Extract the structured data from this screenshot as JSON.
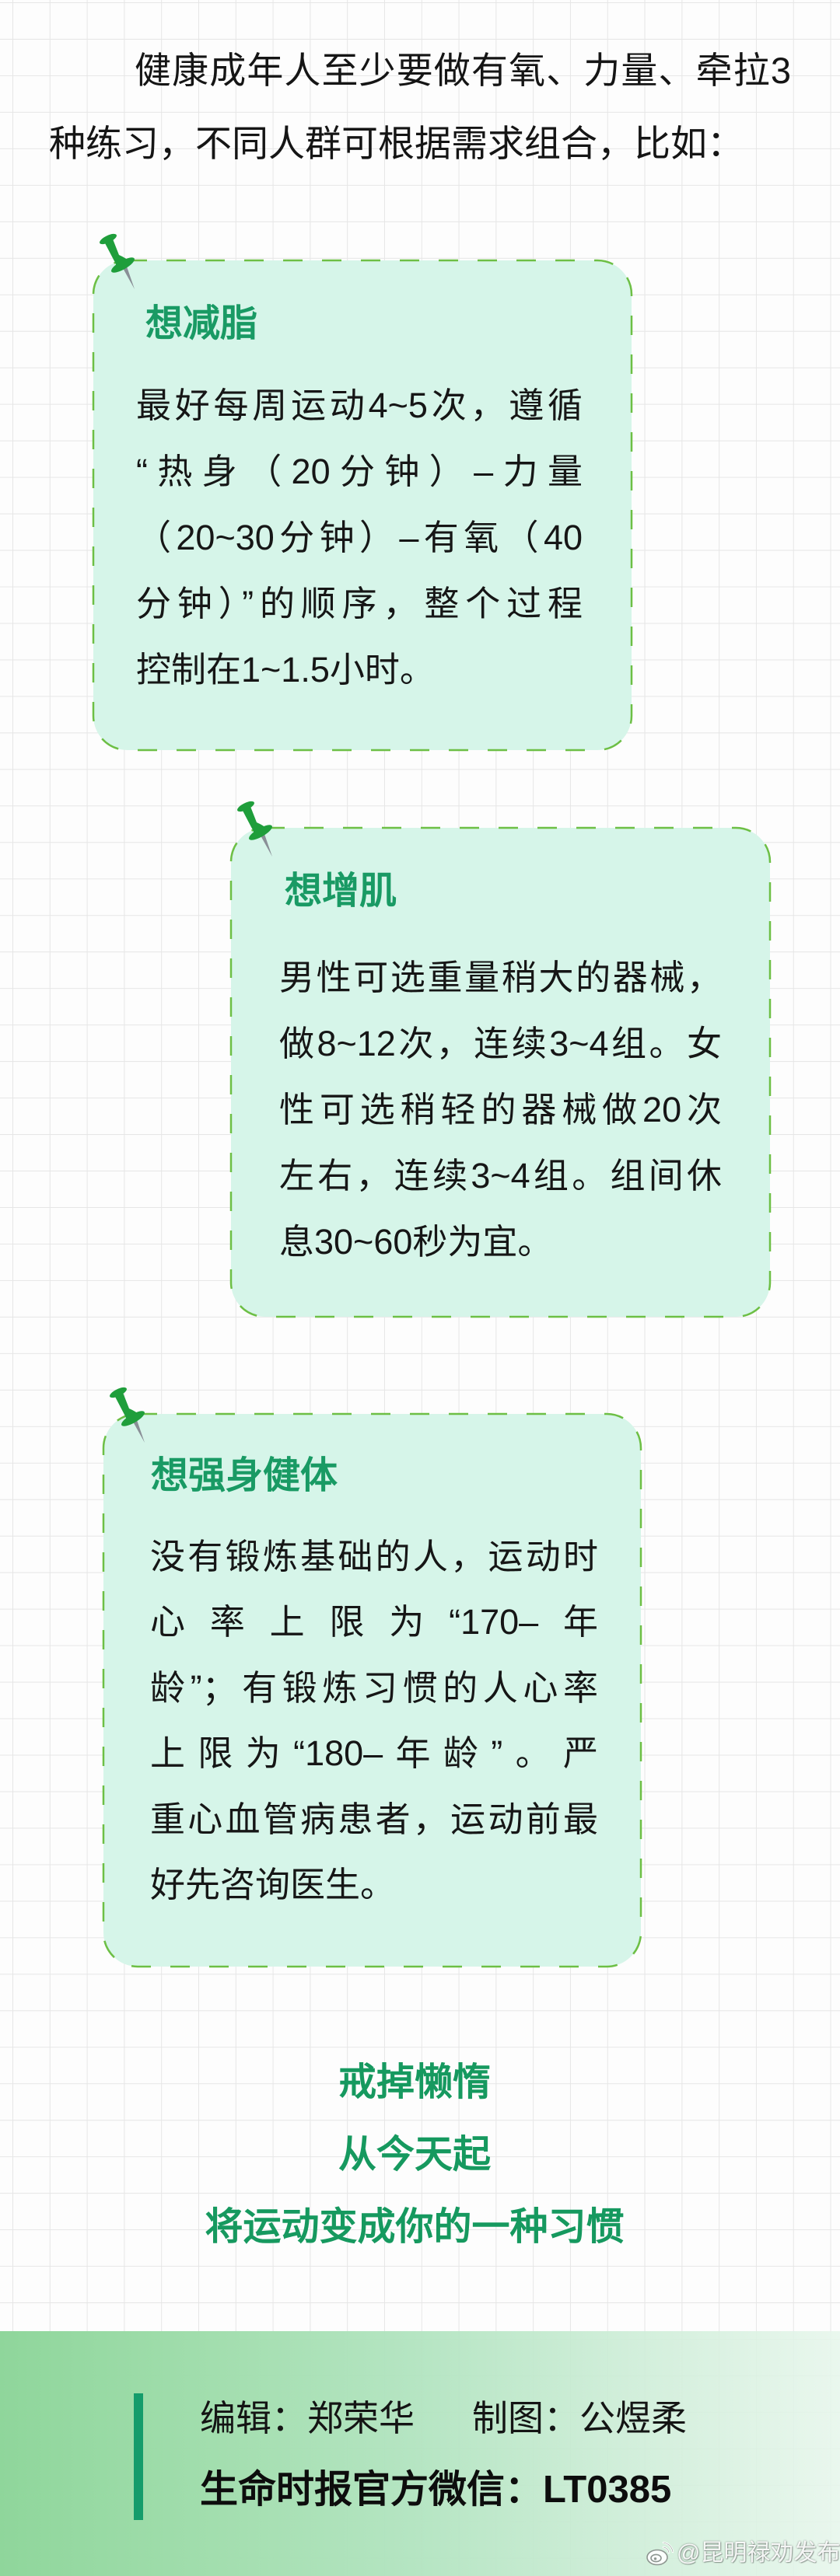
{
  "intro": {
    "lines": [
      "健康成年人至少要做有氧、力量、牵拉3",
      "种练习，不同人群可根据需求组合，比如："
    ]
  },
  "cards": [
    {
      "icon": "pushpin-icon",
      "title": "想减脂",
      "lines": [
        "最好每周运动4~5次，遵循",
        "“热身（20分钟）–力量",
        "（20~30分钟）–有氧（40",
        "分钟）”的顺序，整个过程",
        "控制在1~1.5小时。"
      ]
    },
    {
      "icon": "pushpin-icon",
      "title": "想增肌",
      "lines": [
        "男性可选重量稍大的器械，",
        "做8~12次，连续3~4组。女",
        "性可选稍轻的器械做20次",
        "左右，连续3~4组。组间休",
        "息30~60秒为宜。"
      ]
    },
    {
      "icon": "pushpin-icon",
      "title": "想强身健体",
      "lines": [
        "没有锻炼基础的人，运动时",
        "心率上限为“170–年",
        "龄”；有锻炼习惯的人心率",
        "上限为“180–年龄”。严",
        "重心血管病患者，运动前最",
        "好先咨询医生。"
      ]
    }
  ],
  "slogan": {
    "lines": [
      "戒掉懒惰",
      "从今天起",
      "将运动变成你的一种习惯"
    ]
  },
  "footer": {
    "editor": "编辑：郑荣华",
    "designer": "制图：公煜柔",
    "wechat": "生命时报官方微信：LT0385"
  },
  "watermark": {
    "icon": "weibo-icon",
    "text": "@昆明禄劝发布"
  },
  "colors": {
    "accent_green": "#199a64",
    "slogan_green": "#16995f",
    "card_fill": "#d6f5e9",
    "card_dashed_border": "#6dbf45",
    "pushpin_green": "#1f9e3b",
    "footer_bar": "#159c6b",
    "footer_gradient_left": "#8fd69b",
    "footer_gradient_right": "#e6f6eb"
  }
}
